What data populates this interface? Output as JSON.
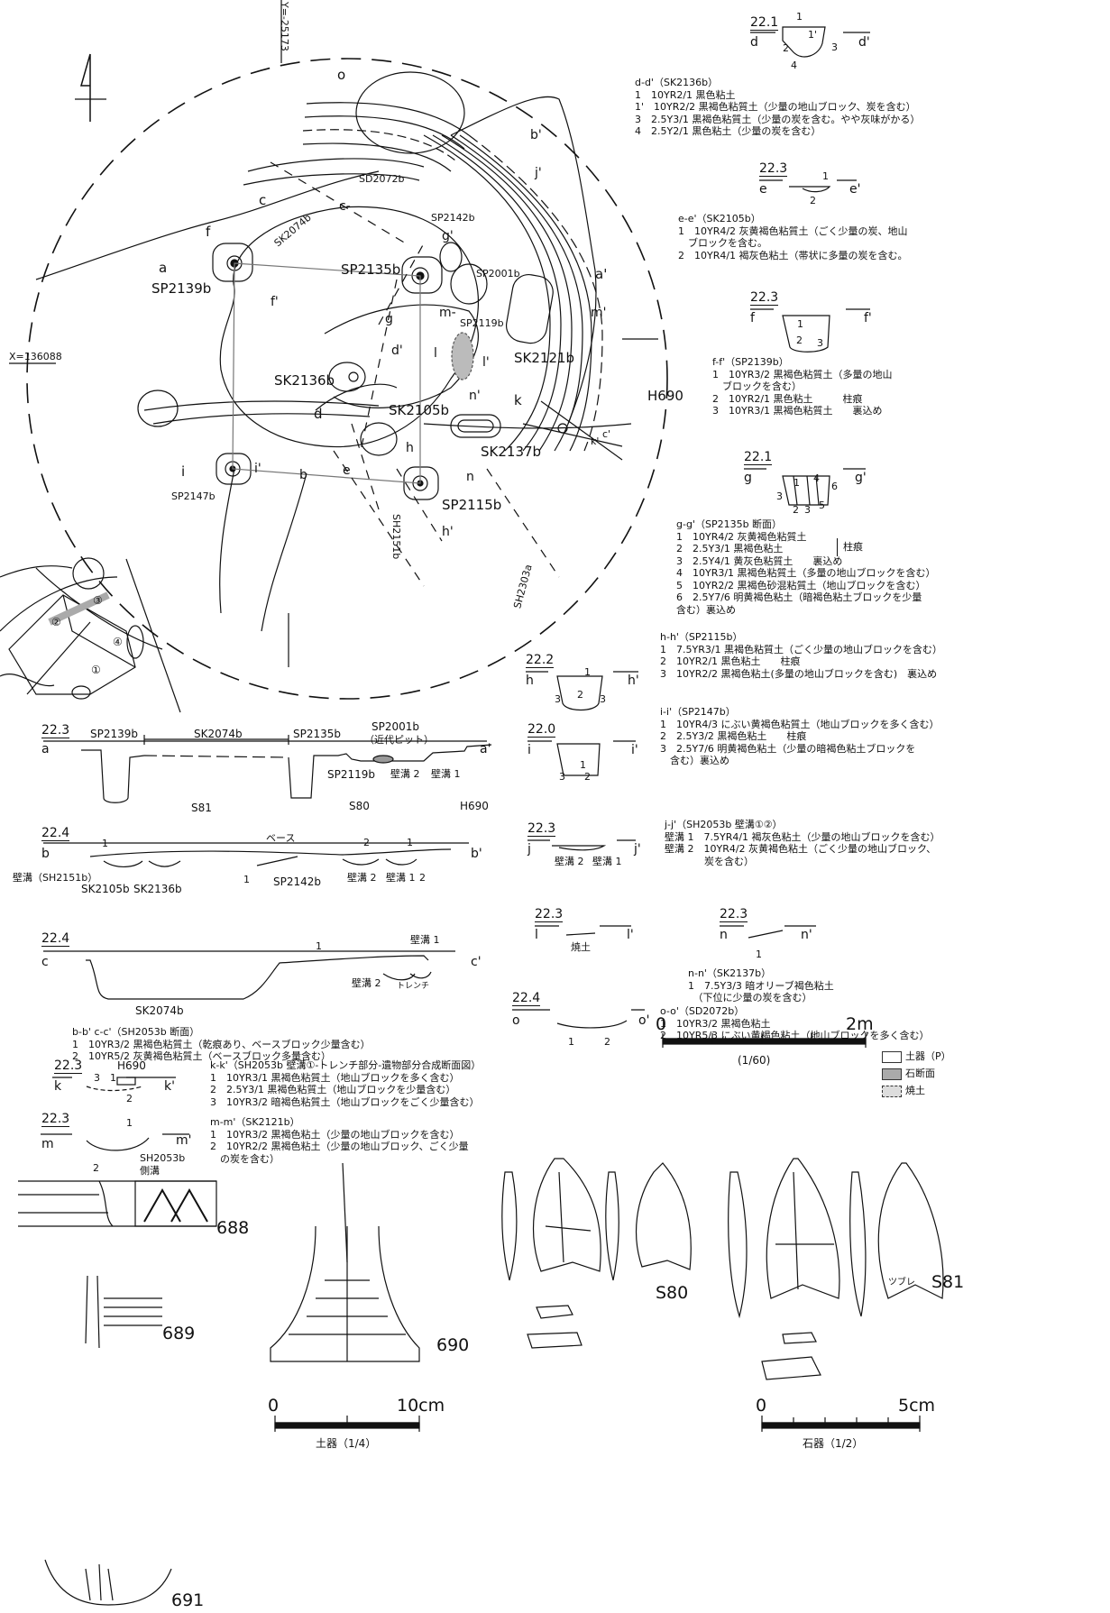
{
  "plan": {
    "y_coord": "Y=-25173",
    "x_coord": "X=136088",
    "labels": {
      "o": "o",
      "b_prime": "b'",
      "sd2072b": "SD2072b",
      "c": "c",
      "c_dash": "c-",
      "j_prime": "j'",
      "sp2142b": "SP2142b",
      "sk2074b": "SK2074b",
      "f": "f",
      "g_prime": "g'",
      "a": "a",
      "sp2139b": "SP2139b",
      "sp2135b": "SP2135b",
      "sp2001b": "SP2001b",
      "a_prime": "a'",
      "f_prime": "f'",
      "m": "m-",
      "sp2119b": "SP2119b",
      "m_prime": "m'",
      "g": "g",
      "l": "l",
      "l_prime": "l'",
      "sk2121b": "SK2121b",
      "d_prime": "d'",
      "sk2136b": "SK2136b",
      "h690": "H690",
      "n_prime": "n'",
      "k": "k",
      "d": "d",
      "sk2105b": "SK2105b",
      "sk2137b": "SK2137b",
      "h": "h",
      "k_prime": "k'",
      "c_prime": "c'",
      "i": "i",
      "i_prime": "i'",
      "b": "b",
      "e": "e",
      "sp2147b": "SP2147b",
      "sp2115b": "SP2115b",
      "n": "n",
      "h_prime": "h'",
      "sh2151b": "SH2151b",
      "sh2303a": "SH2303a"
    },
    "inset": {
      "n3": "③",
      "n2": "②",
      "n4": "④",
      "n1": "①"
    }
  },
  "sections": {
    "aa": {
      "elev": "22.3",
      "a": "a",
      "a_prime": "a'",
      "sp2139b": "SP2139b",
      "sk2074b": "SK2074b",
      "sp2135b": "SP2135b",
      "sp2001b": "SP2001b",
      "kindai": "（近代ピット）",
      "s81": "S81",
      "sp2119b": "SP2119b",
      "s80": "S80",
      "kabe2": "壁溝 2",
      "kabe1": "壁溝 1",
      "h690": "H690"
    },
    "bb": {
      "elev": "22.4",
      "b": "b",
      "b_prime": "b'",
      "one_a": "1",
      "base": "ベース",
      "two": "2",
      "one_b": "1",
      "one_c": "1",
      "sh2151": "壁溝（SH2151b）",
      "sk2105b": "SK2105b",
      "sk2136b": "SK2136b",
      "sp2142b": "SP2142b",
      "kabe2": "壁溝 2",
      "kabe1": "壁溝 1",
      "two_b": "2"
    },
    "cc": {
      "elev": "22.4",
      "c": "c",
      "c_prime": "c'",
      "one": "1",
      "kabe1": "壁溝 1",
      "kabe2": "壁溝 2",
      "trench": "トレンチ",
      "sk2074b": "SK2074b"
    },
    "bc_legend": "b-b' c-c'（SH2053b 断面）\n1　10YR3/2 黒褐色粘質土（乾痕あり、ベースブロック少量含む）\n2　10YR5/2 灰黄褐色粘質土（ベースブロック多量含む）",
    "kk": {
      "elev": "22.3",
      "h690": "H690",
      "k": "k",
      "k_prime": "k'",
      "n3": "3",
      "n1": "1",
      "n2": "2"
    },
    "kk_legend": "k-k'（SH2053b 壁溝①-トレンチ部分-遺物部分合成断面図）\n1　10YR3/1 黒褐色粘質土（地山ブロックを多く含む）\n2　2.5Y3/1 黒褐色粘質土（地山ブロックを少量含む）\n3　10YR3/2 暗褐色粘質土（地山ブロックをごく少量含む）",
    "mm": {
      "elev": "22.3",
      "m": "m",
      "m_prime": "m'",
      "one": "1",
      "two": "2",
      "sh": "SH2053b\n側溝"
    },
    "mm_legend": "m-m'（SK2121b）\n1　10YR3/2 黒褐色粘土（少量の地山ブロックを含む）\n2　10YR2/2 黒褐色粘土（少量の地山ブロック、ごく少量\n　の炭を含む）",
    "dd": {
      "elev": "22.1",
      "d": "d",
      "d_prime": "d'",
      "n1": "1",
      "n1p": "1'",
      "n2": "2",
      "n3": "3",
      "n4": "4"
    },
    "dd_legend": "d-d'（SK2136b）\n1　10YR2/1 黒色粘土\n1'　10YR2/2 黒褐色粘質土（少量の地山ブロック、炭を含む）\n3　2.5Y3/1 黒褐色粘質土（少量の炭を含む。やや灰味がかる）\n4　2.5Y2/1 黒色粘土（少量の炭を含む）",
    "ee": {
      "elev": "22.3",
      "e": "e",
      "e_prime": "e'",
      "n1": "1",
      "n2": "2"
    },
    "ee_legend": "e-e'（SK2105b）\n1　10YR4/2 灰黄褐色粘質土（ごく少量の炭、地山\n　ブロックを含む。\n2　10YR4/1 褐灰色粘土（帯状に多量の炭を含む。",
    "ff": {
      "elev": "22.3",
      "f": "f",
      "f_prime": "f'",
      "n1": "1",
      "n2": "2",
      "n3": "3"
    },
    "ff_legend": "f-f'（SP2139b）\n1　10YR3/2 黒褐色粘質土（多量の地山\n　ブロックを含む）\n2　10YR2/1 黒色粘土　　　柱痕\n3　10YR3/1 黒褐色粘質土　　裏込め",
    "gg": {
      "elev": "22.1",
      "g": "g",
      "g_prime": "g'",
      "n1": "1",
      "n2": "2",
      "n3": "3",
      "n3b": "3",
      "n4": "4",
      "n5": "5",
      "n6": "6"
    },
    "gg_legend": "g-g'（SP2135b 断面）\n1　10YR4/2 灰黄褐色粘質土\n2　2.5Y3/1 黒褐色粘土\n3　2.5Y4/1 黄灰色粘質土　　裏込め\n4　10YR3/1 黒褐色粘質土（多量の地山ブロックを含む）\n5　10YR2/2 黒褐色砂混粘質土（地山ブロックを含む）\n6　2.5Y7/6 明黄褐色粘土（暗褐色粘土ブロックを少量\n含む）裏込め",
    "gg_zhuhen": "柱痕",
    "hh": {
      "elev": "22.2",
      "h": "h",
      "h_prime": "h'",
      "n1": "1",
      "n2": "2",
      "n3a": "3",
      "n3b": "3"
    },
    "hh_legend": "h-h'（SP2115b）\n1　7.5YR3/1 黒褐色粘質土（ごく少量の地山ブロックを含む）\n2　10YR2/1 黒色粘土　　柱痕\n3　10YR2/2 黒褐色粘土(多量の地山ブロックを含む)　裏込め",
    "ii": {
      "elev": "22.0",
      "i": "i",
      "i_prime": "i'",
      "n1": "1",
      "n2": "2",
      "n3": "3"
    },
    "ii_legend": "i-i'（SP2147b）\n1　10YR4/3 にぶい黄褐色粘質土（地山ブロックを多く含む）\n2　2.5Y3/2 黒褐色粘土　　柱痕\n3　2.5Y7/6 明黄褐色粘土（少量の暗褐色粘土ブロックを\n　含む）裏込め",
    "jj": {
      "elev": "22.3",
      "j": "j",
      "j_prime": "j'",
      "kabe2": "壁溝 2",
      "kabe1": "壁溝 1"
    },
    "jj_legend": "j-j'（SH2053b 壁溝①②）\n壁溝 1　7.5YR4/1 褐灰色粘土（少量の地山ブロックを含む）\n壁溝 2　10YR4/2 灰黄褐色粘土（ごく少量の地山ブロック、\n　　　　炭を含む）",
    "ll": {
      "elev": "22.3",
      "l": "l",
      "l_prime": "l'",
      "yakido": "焼土"
    },
    "nn": {
      "elev": "22.3",
      "n": "n",
      "n_prime": "n'",
      "n1": "1"
    },
    "nn_legend": "n-n'（SK2137b）\n1　7.5Y3/3 暗オリーブ褐色粘土\n　（下位に少量の炭を含む）",
    "oo": {
      "elev": "22.4",
      "o": "o",
      "o_prime": "o'",
      "n1": "1",
      "n2": "2"
    },
    "oo_legend": "o-o'（SD2072b）\n1　10YR3/2 黒褐色粘土\n2　10YR5/3 にぶい黄褐色粘土（地山ブロックを多く含む）"
  },
  "legend": {
    "doki": "土器（P）",
    "sekidanmen": "石断面",
    "yakido": "焼土"
  },
  "scale_main": {
    "zero": "0",
    "max": "2m",
    "ratio": "(1/60)"
  },
  "artifacts": {
    "a688": "688",
    "a689": "689",
    "a690": "690",
    "a691": "691",
    "s80": "S80",
    "s81": "S81",
    "tsubure": "ツブレ"
  },
  "scale_pottery": {
    "zero": "0",
    "max": "10cm",
    "caption": "土器（1/4）"
  },
  "scale_stone": {
    "zero": "0",
    "max": "5cm",
    "caption": "石器（1/2）"
  }
}
